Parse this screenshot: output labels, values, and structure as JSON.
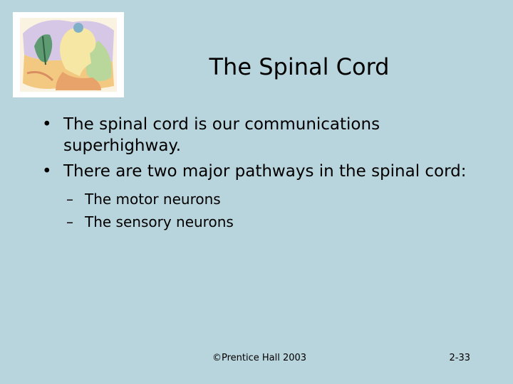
{
  "slide": {
    "title": "The Spinal Cord",
    "bullets": [
      "The spinal cord is our communications superhighway.",
      "There are two major pathways in the spinal cord:"
    ],
    "sub_bullets": [
      "The motor neurons",
      "The sensory neurons"
    ],
    "bullet_marker": "•",
    "sub_marker": "–",
    "footer": "©Prentice Hall 2003",
    "page_number": "2-33"
  },
  "colors": {
    "background": "#b8d4dc",
    "text": "#000000"
  }
}
